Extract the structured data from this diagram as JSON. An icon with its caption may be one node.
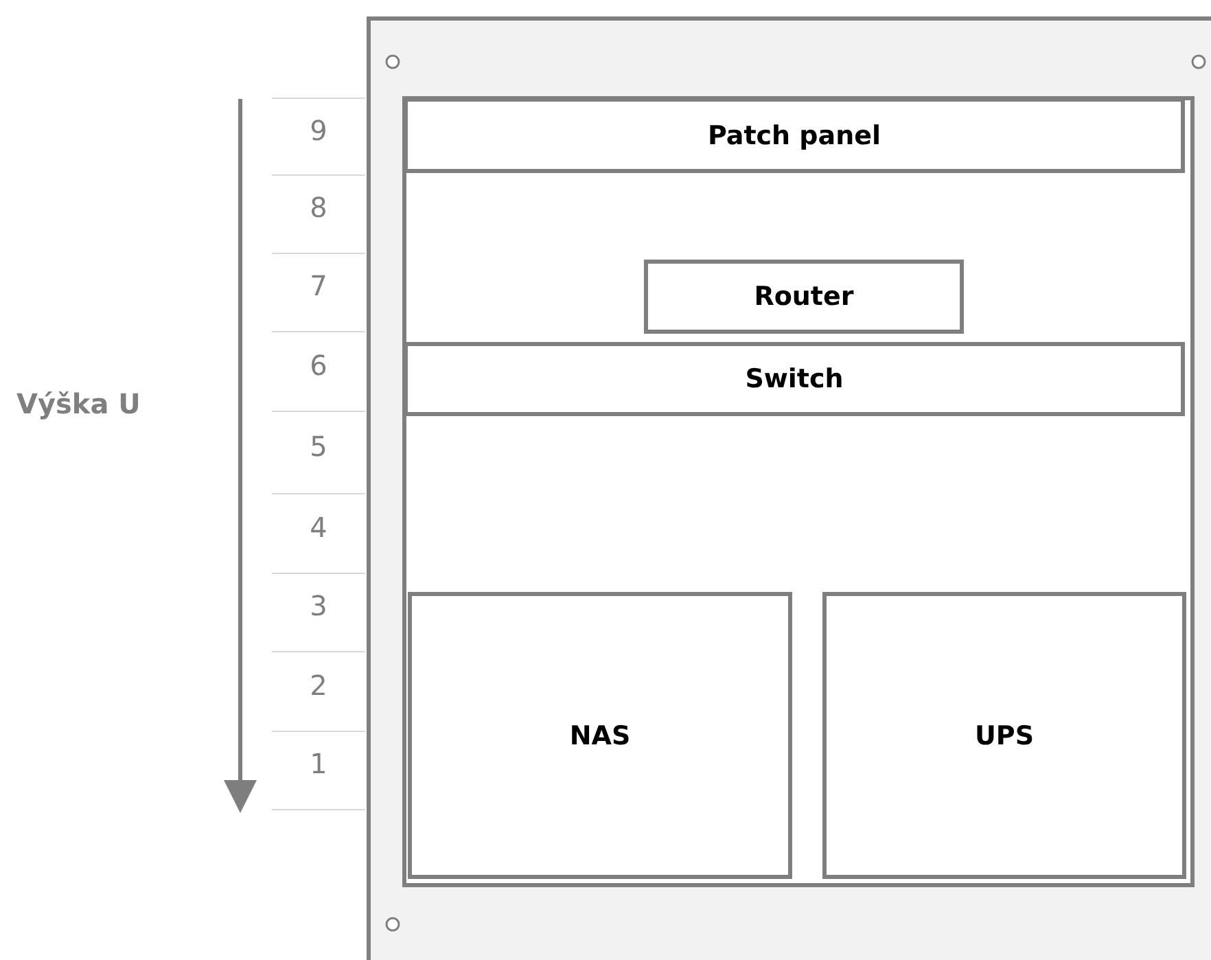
{
  "diagram": {
    "nodes": [
      {
        "text": [],
        "shape": "box"
      },
      {
        "text": [
          "Patch panel"
        ],
        "in": 0
      },
      {
        "text": [
          "Router"
        ],
        "in": 0
      },
      {
        "text": [
          "Switch"
        ],
        "in": 0
      },
      {
        "text": [
          "NAS"
        ],
        "in": 0
      },
      {
        "text": [
          "UPS"
        ],
        "in": 0
      }
    ],
    "edges": [],
    "labels": [
      "Výška U",
      "9",
      "8",
      "7",
      "6",
      "5",
      "4",
      "3",
      "2",
      "1"
    ]
  }
}
